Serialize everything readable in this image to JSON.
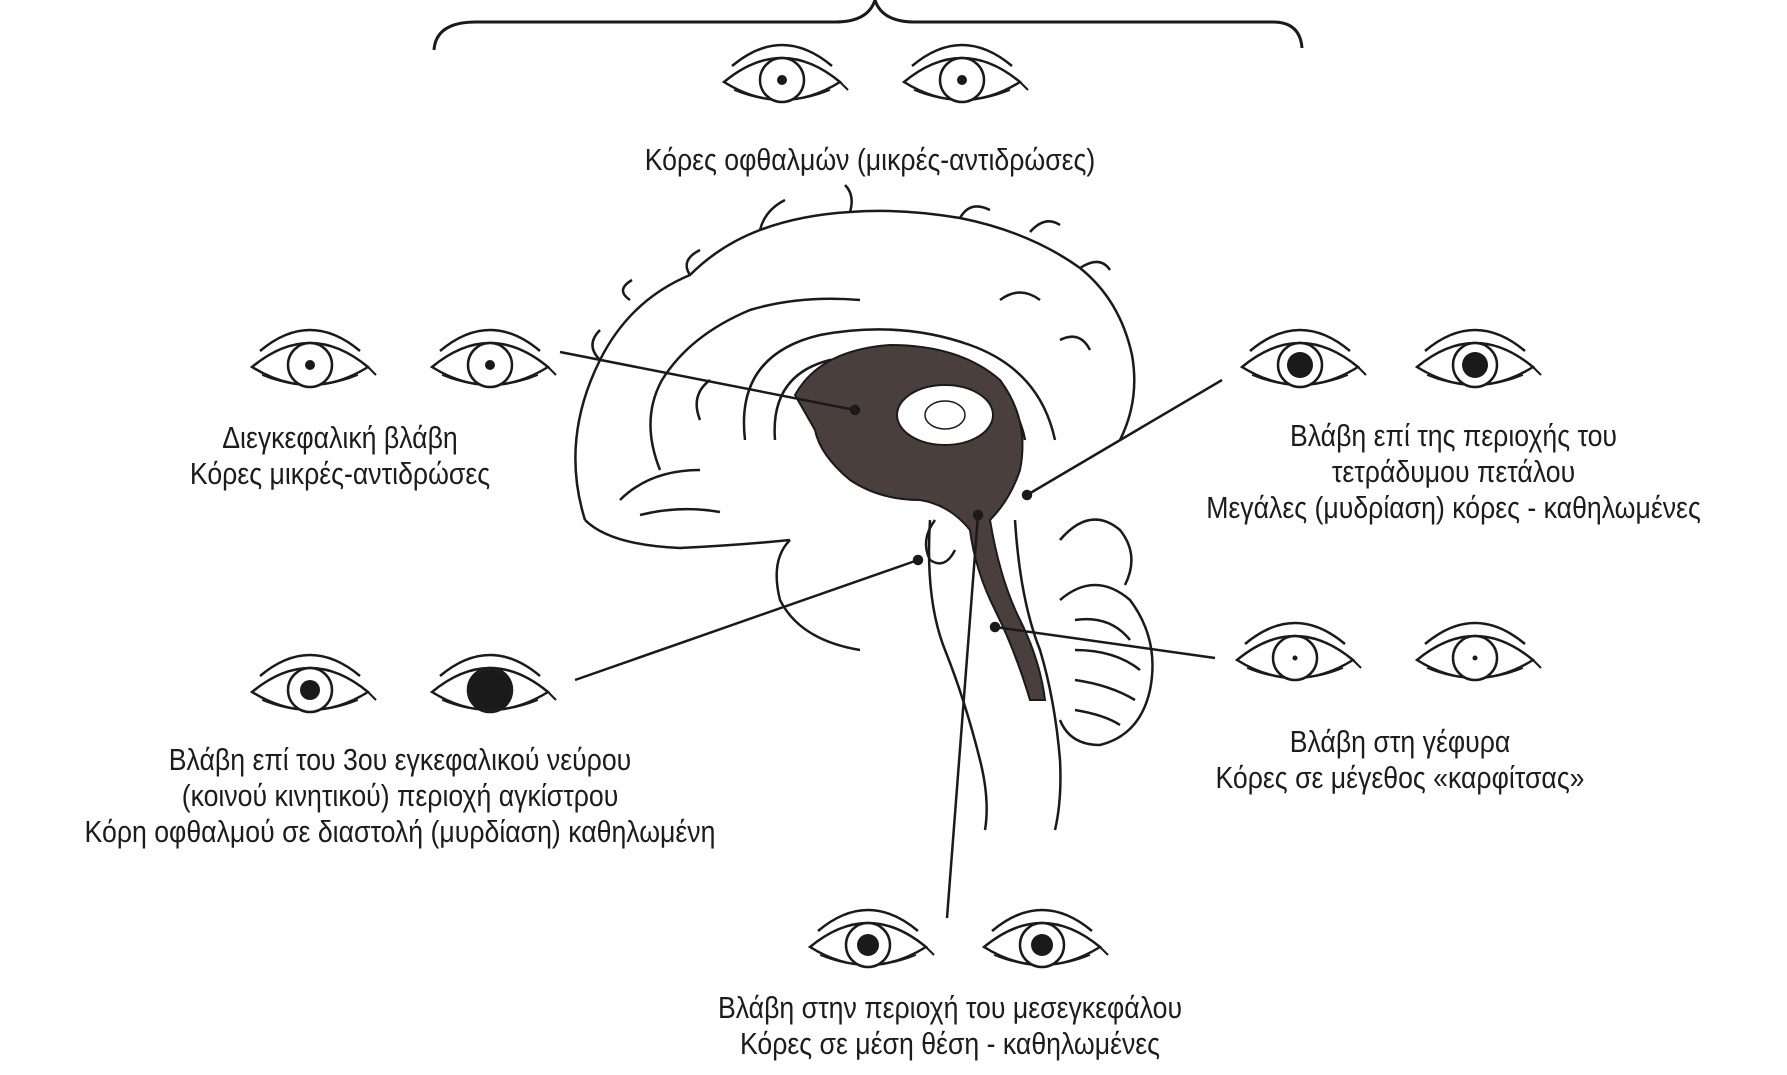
{
  "labels": {
    "top": [
      "Κόρες οφθαλμών (μικρές-αντιδρώσες)"
    ],
    "diencephalic": [
      "Διεγκεφαλική βλάβη",
      "Κόρες μικρές-αντιδρώσες"
    ],
    "tectal": [
      "Βλάβη επί της περιοχής του",
      "τετράδυμου πετάλου",
      "Μεγάλες (μυδρίαση) κόρες - καθηλωμένες"
    ],
    "third_nerve": [
      "Βλάβη επί του 3ου εγκεφαλικού νεύρου",
      "(κοινού κινητικού) περιοχή αγκίστρου",
      "Κόρη οφθαλμού σε διαστολή (μυρδίαση) καθηλωμένη"
    ],
    "pons": [
      "Βλάβη στη γέφυρα",
      "Κόρες σε μέγεθος «καρφίτσας»"
    ],
    "midbrain": [
      "Βλάβη στην περιοχή του μεσεγκεφάλου",
      "Κόρες σε μέση θέση - καθηλωμένες"
    ]
  },
  "eyes": [
    {
      "name": "top-left-eye",
      "pupil": "small"
    },
    {
      "name": "top-right-eye",
      "pupil": "small"
    },
    {
      "name": "diencephalic-left-eye",
      "pupil": "small"
    },
    {
      "name": "diencephalic-right-eye",
      "pupil": "small"
    },
    {
      "name": "tectal-left-eye",
      "pupil": "large"
    },
    {
      "name": "tectal-right-eye",
      "pupil": "large"
    },
    {
      "name": "third-nerve-left-eye",
      "pupil": "medium"
    },
    {
      "name": "third-nerve-right-eye",
      "pupil": "dilated"
    },
    {
      "name": "pons-left-eye",
      "pupil": "pinpoint"
    },
    {
      "name": "pons-right-eye",
      "pupil": "pinpoint"
    },
    {
      "name": "midbrain-left-eye",
      "pupil": "mid"
    },
    {
      "name": "midbrain-right-eye",
      "pupil": "mid"
    }
  ],
  "colors": {
    "ink": "#1a1a1a",
    "shade": "#4a3f3c",
    "stipple": "#7a6d68"
  }
}
